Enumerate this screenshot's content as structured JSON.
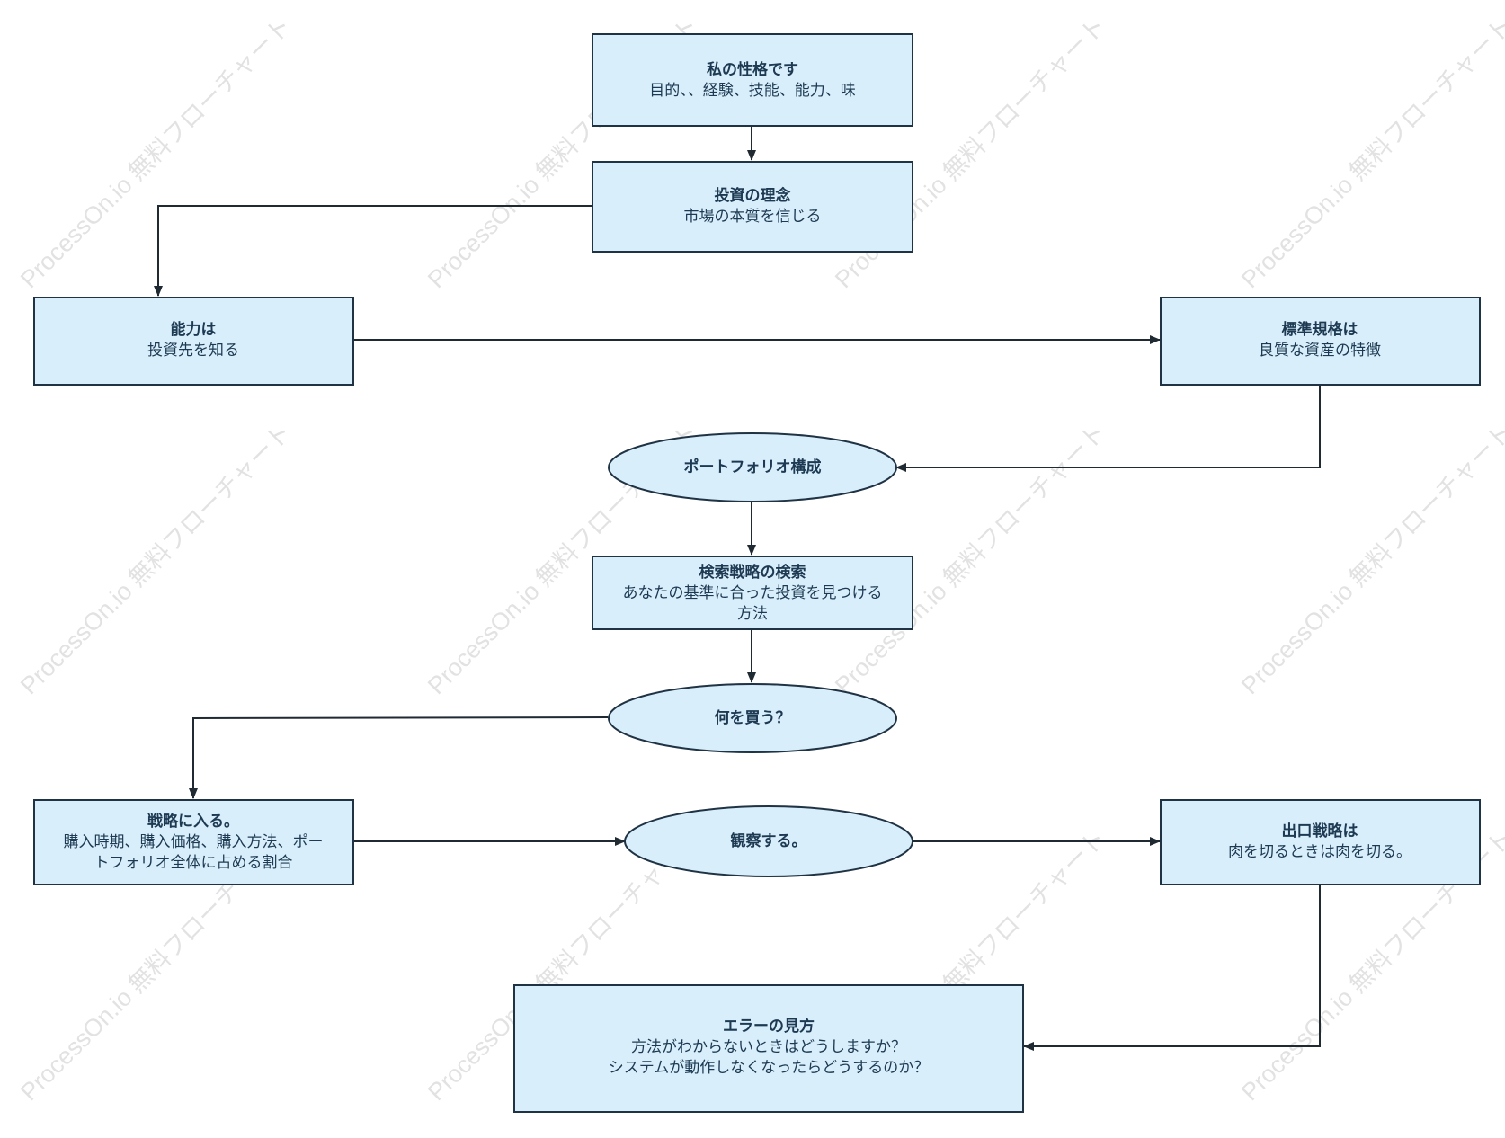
{
  "watermark": {
    "text": "ProcessOn.io 無料フローチャート",
    "color": "#d6d6d6"
  },
  "colors": {
    "node_fill": "#d9eefb",
    "node_border": "#1f3344",
    "text": "#1d3a52",
    "edge": "#1f2a33"
  },
  "nodes": {
    "personality": {
      "shape": "rectangle",
      "title": "私の性格です",
      "lines": [
        "目的、、経験、技能、能力、味"
      ]
    },
    "philosophy": {
      "shape": "rectangle",
      "title": "投資の理念",
      "lines": [
        "市場の本質を信じる"
      ]
    },
    "ability": {
      "shape": "rectangle",
      "title": "能力は",
      "lines": [
        "投資先を知る"
      ]
    },
    "standards": {
      "shape": "rectangle",
      "title": "標準規格は",
      "lines": [
        "良質な資産の特徴"
      ]
    },
    "portfolio": {
      "shape": "ellipse",
      "title": "ポートフォリオ構成",
      "lines": []
    },
    "search": {
      "shape": "rectangle",
      "title": "検索戦略の検索",
      "lines": [
        "あなたの基準に合った投資を見つける",
        "方法"
      ]
    },
    "what_to_buy": {
      "shape": "ellipse",
      "title": "何を買う？",
      "lines": []
    },
    "entry": {
      "shape": "rectangle",
      "title": "戦略に入る。",
      "lines": [
        "購入時期、購入価格、購入方法、ポー",
        "トフォリオ全体に占める割合"
      ]
    },
    "observe": {
      "shape": "ellipse",
      "title": "観察する。",
      "lines": []
    },
    "exit": {
      "shape": "rectangle",
      "title": "出口戦略は",
      "lines": [
        "肉を切るときは肉を切る。"
      ]
    },
    "errors": {
      "shape": "rectangle",
      "title": "エラーの見方",
      "lines": [
        "方法がわからないときはどうしますか？",
        "システムが動作しなくなったらどうするのか？"
      ]
    }
  },
  "edges": [
    {
      "from": "personality",
      "to": "philosophy"
    },
    {
      "from": "philosophy",
      "to": "ability"
    },
    {
      "from": "ability",
      "to": "standards"
    },
    {
      "from": "standards",
      "to": "portfolio"
    },
    {
      "from": "portfolio",
      "to": "search"
    },
    {
      "from": "search",
      "to": "what_to_buy"
    },
    {
      "from": "what_to_buy",
      "to": "entry"
    },
    {
      "from": "entry",
      "to": "observe"
    },
    {
      "from": "observe",
      "to": "exit"
    },
    {
      "from": "exit",
      "to": "errors"
    }
  ]
}
